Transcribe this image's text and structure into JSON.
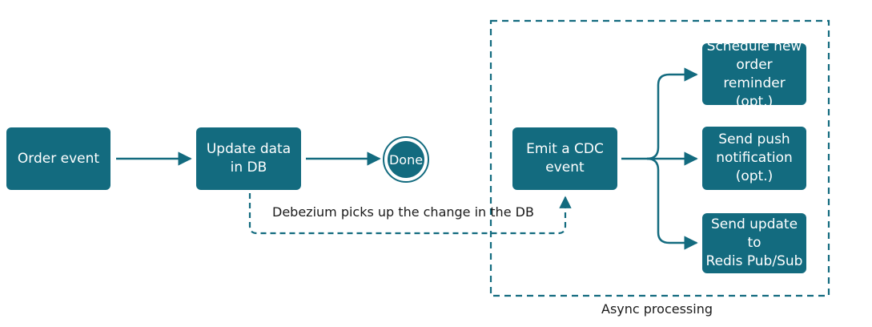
{
  "colors": {
    "node_fill": "#136b7f",
    "line": "#136b7f",
    "text_light": "#ffffff",
    "text_dark": "#1a1a1a"
  },
  "nodes": {
    "order_event": "Order event",
    "update_data": "Update data\nin DB",
    "done": "Done",
    "emit_cdc": "Emit a CDC\nevent",
    "schedule_reminder": "Schedule new\norder reminder\n(opt.)",
    "push_notification": "Send push\nnotification\n(opt.)",
    "redis_update": "Send update to\nRedis Pub/Sub"
  },
  "labels": {
    "debezium": "Debezium picks up the change in the DB",
    "async_group": "Async processing"
  }
}
